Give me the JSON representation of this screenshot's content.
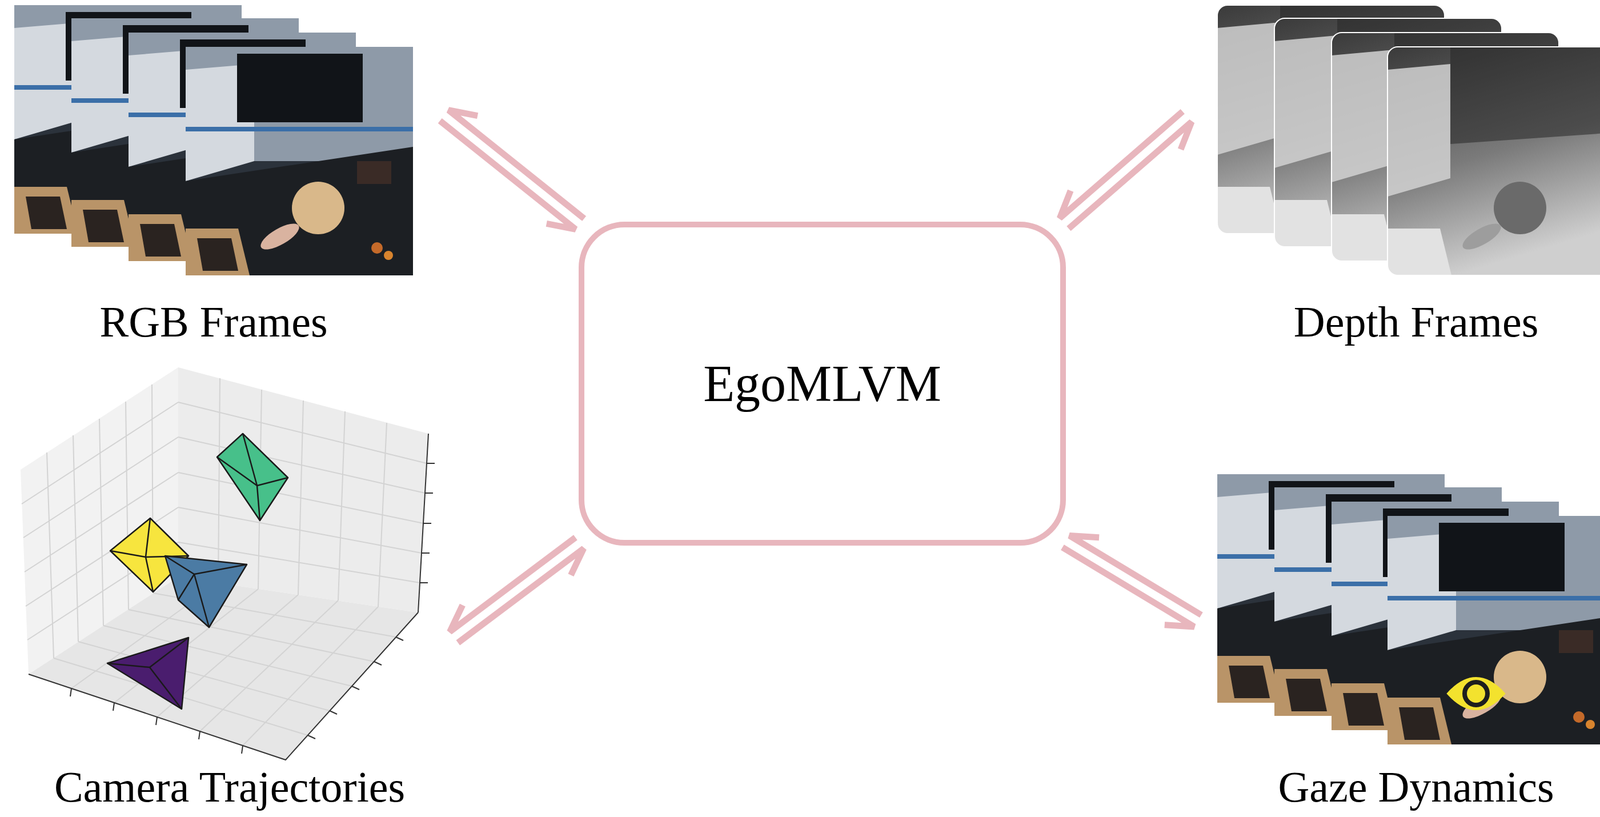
{
  "diagram": {
    "nodes": [
      {
        "text": [
          "RGB Frames"
        ]
      },
      {
        "text": [
          "Depth Frames"
        ]
      },
      {
        "text": [
          "EgoMLVM"
        ]
      },
      {
        "text": [
          "Camera Trajectories"
        ]
      },
      {
        "text": [
          "Gaze Dynamics"
        ]
      }
    ],
    "edges": [
      {
        "from": 0,
        "to": 2,
        "arrow": "both"
      },
      {
        "from": 1,
        "to": 2,
        "arrow": "both"
      },
      {
        "from": 3,
        "to": 2,
        "arrow": "both"
      },
      {
        "from": 4,
        "to": 2,
        "arrow": "both"
      }
    ]
  }
}
